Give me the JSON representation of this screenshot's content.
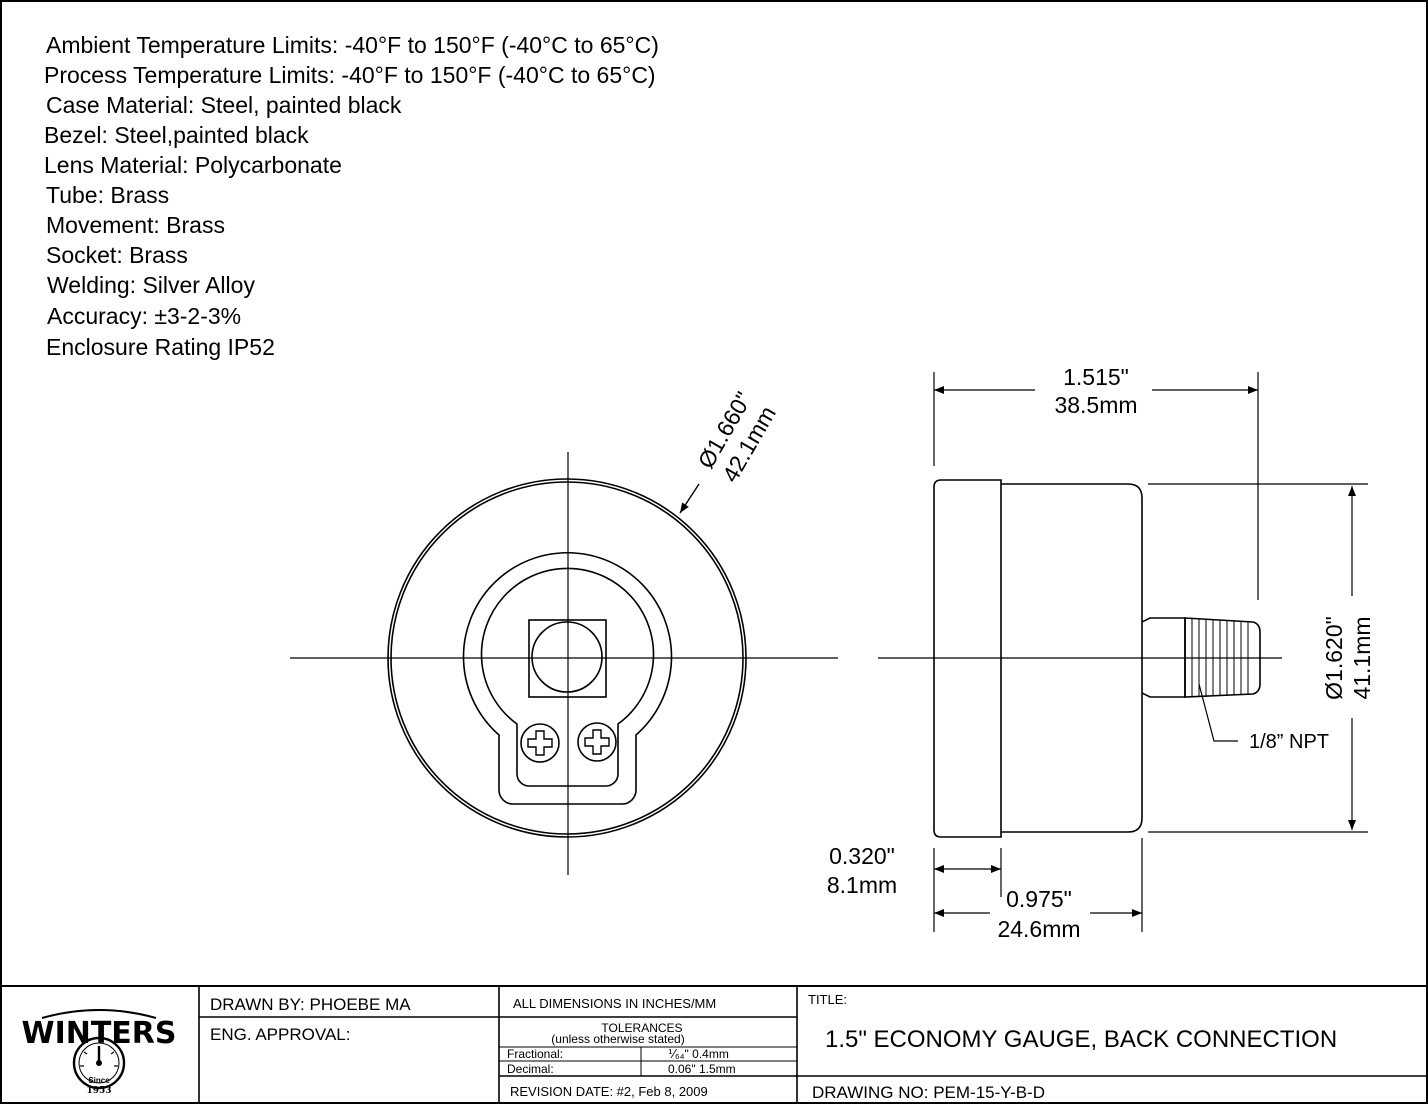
{
  "specs": [
    "Ambient Temperature Limits: -40°F to 150°F (-40°C to 65°C)",
    "Process Temperature Limits: -40°F to 150°F (-40°C to 65°C)",
    "Case Material: Steel, painted black",
    "Bezel: Steel,painted black",
    "Lens Material: Polycarbonate",
    "Tube: Brass",
    "Movement: Brass",
    "Socket: Brass",
    "Welding: Silver Alloy",
    "Accuracy: ±3-2-3%",
    "Enclosure Rating IP52"
  ],
  "dimensions": {
    "diameter_front_in": "Ø1.660\"",
    "diameter_front_mm": "42.1mm",
    "width_in": "1.515\"",
    "width_mm": "38.5mm",
    "diameter_side_in": "Ø1.620\"",
    "diameter_side_mm": "41.1mm",
    "bezel_depth_in": "0.320\"",
    "bezel_depth_mm": "8.1mm",
    "case_depth_in": "0.975\"",
    "case_depth_mm": "24.6mm",
    "connection": "1/8” NPT"
  },
  "title_block": {
    "logo_text": "WINTERS",
    "logo_since": "Since",
    "logo_year": "1953",
    "drawn_by": "DRAWN BY: PHOEBE MA",
    "eng_approval": "ENG. APPROVAL:",
    "all_dimensions": "ALL DIMENSIONS IN INCHES/MM",
    "tolerances_label": "TOLERANCES",
    "tolerances_note": "(unless otherwise stated)",
    "fractional_label": "Fractional:",
    "fractional_value": "⅟₆₄\" 0.4mm",
    "decimal_label": "Decimal:",
    "decimal_value": "0.06\" 1.5mm",
    "revision_date": "REVISION DATE: #2, Feb 8, 2009",
    "title_label": "TITLE:",
    "title_value": "1.5\" ECONOMY GAUGE, BACK CONNECTION",
    "drawing_no": "DRAWING NO: PEM-15-Y-B-D"
  }
}
